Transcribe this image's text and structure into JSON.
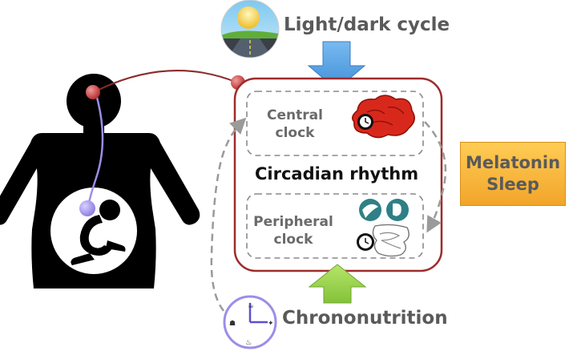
{
  "labels": {
    "light_dark": "Light/dark cycle",
    "central_line1": "Central",
    "central_line2": "clock",
    "circadian": "Circadian rhythm",
    "peripheral_line1": "Peripheral",
    "peripheral_line2": "clock",
    "melatonin": "Melatonin",
    "sleep": "Sleep",
    "chrononutrition": "Chrononutrition"
  },
  "colors": {
    "figure": "#000000",
    "frame": "#9e2b2b",
    "down_arrow": "#5aa6e6",
    "up_arrow": "#9ed44e",
    "output_box": "#f5b03a",
    "link_line": "#8b2a2a",
    "cord": "#9a8ee8",
    "dashed": "#9a9a9a"
  },
  "icons": {
    "landscape": "sun-road-landscape-icon",
    "brain": "brain-clock-icon",
    "organs": "digestive-organs-clock-icon",
    "meal_clock": "meal-clock-icon",
    "figure": "pregnant-woman-icon"
  }
}
